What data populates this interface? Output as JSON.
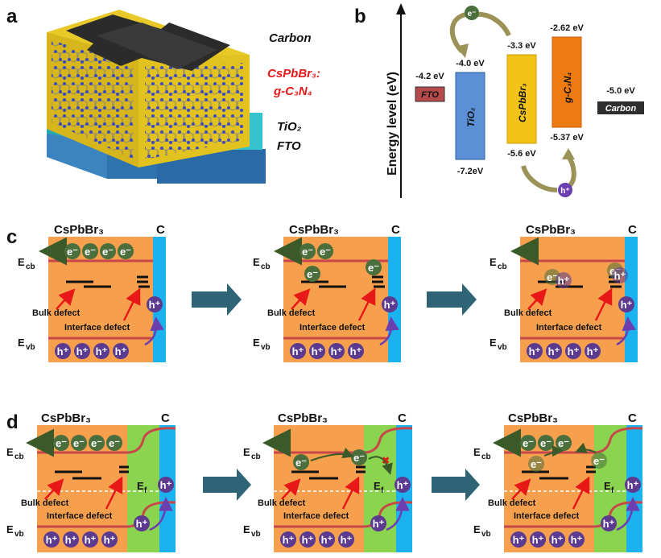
{
  "panels": {
    "a": "a",
    "b": "b",
    "c": "c",
    "d": "d"
  },
  "panel_a": {
    "carbon": "Carbon",
    "cspbbr3_line1": "CsPbBr₃:",
    "cspbbr3_line2": "g-C₃N₄",
    "tio2": "TiO₂",
    "fto": "FTO",
    "colors": {
      "accent_text": "#e81818",
      "carbon": "#2b2b2b",
      "perovskite": "#e1c21e",
      "tio2": "#35c4cf",
      "fto": "#2f73ae"
    }
  },
  "panel_b": {
    "ylabel": "Energy level (eV)",
    "electron": "e⁻",
    "hole": "h⁺",
    "materials": [
      {
        "name": "FTO",
        "level": "-4.2 eV",
        "color": "#b44a4a"
      },
      {
        "name": "TiO₂",
        "cb": "-4.0 eV",
        "vb": "-7.2eV",
        "color": "#5b8fd6"
      },
      {
        "name": "CsPbBr₃",
        "cb": "-3.3 eV",
        "vb": "-5.6 eV",
        "color": "#f2c417"
      },
      {
        "name": "g-C₃N₄",
        "cb": "-2.62 eV",
        "vb": "-5.37 eV",
        "color": "#ee7a12"
      },
      {
        "name": "Carbon",
        "level": "-5.0 eV",
        "color": "#2e2e2e"
      }
    ]
  },
  "labels": {
    "cspbbr3": "CsPbBr₃",
    "gc3n4": "g-C₃N₄",
    "c": "C",
    "ecb": "Ecb",
    "evb": "Evb",
    "ef": "Ef",
    "bulk": "Bulk defect",
    "interface": "Interface defect",
    "e": "e⁻",
    "h": "h⁺"
  },
  "colors": {
    "perovskite_bg": "#f6a04d",
    "carbon_bar": "#1ab2ef",
    "gcn_bg": "#8bd44f",
    "band_line": "#c8474b",
    "electron": "#4a6e3c",
    "hole": "#5b3a8f",
    "arrow": "#2e6475",
    "red_arrow": "#e81818"
  }
}
